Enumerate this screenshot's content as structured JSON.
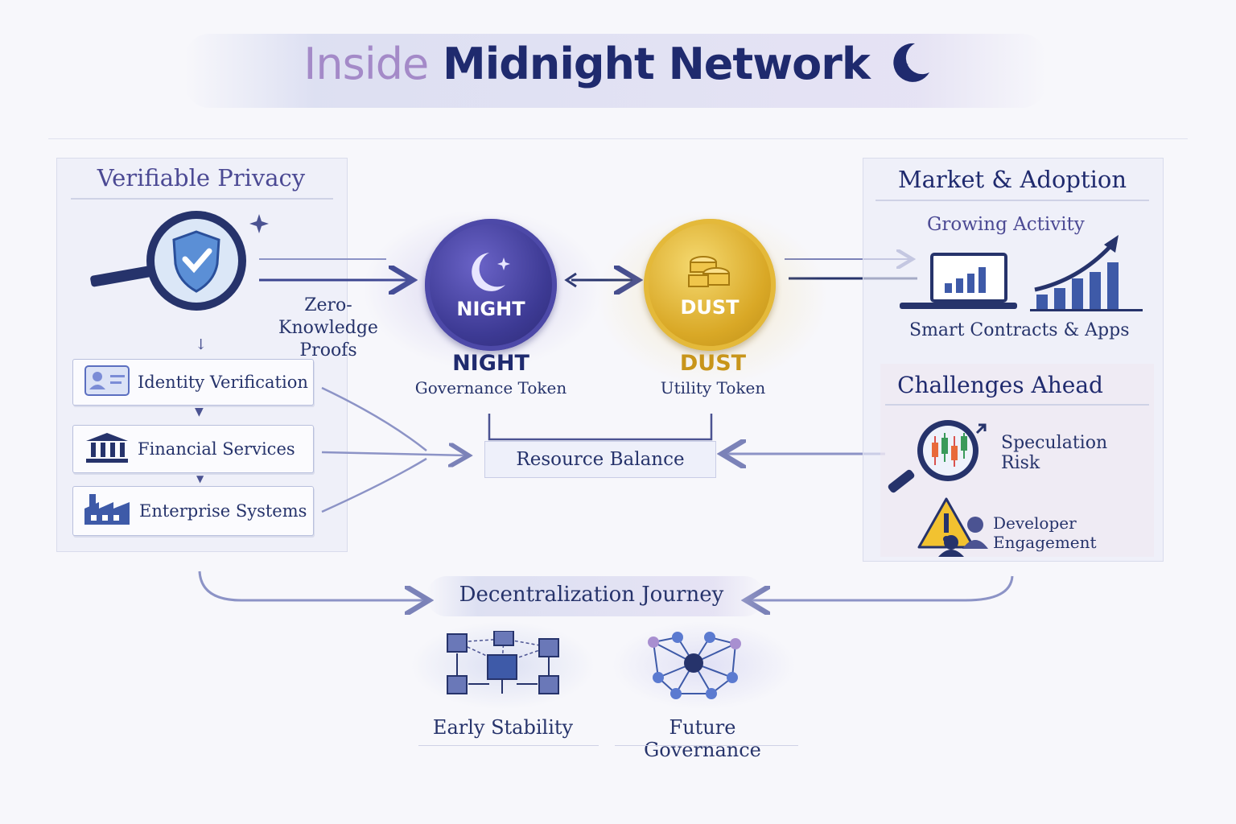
{
  "header": {
    "title_prefix": "Inside",
    "title_main": "Midnight Network",
    "moon_icon": "crescent-moon-star-icon"
  },
  "privacy_panel": {
    "title": "Verifiable Privacy",
    "icons": [
      "shield-magnifier-icon",
      "sparkle-icon"
    ],
    "zk_label_line1": "Zero-Knowledge",
    "zk_label_line2": "Proofs",
    "items": [
      {
        "label": "Identity Verification",
        "icon": "id-card-icon"
      },
      {
        "label": "Financial Services",
        "icon": "bank-icon"
      },
      {
        "label": "Enterprise Systems",
        "icon": "factory-icon"
      }
    ]
  },
  "tokens": {
    "night": {
      "coin_label": "NIGHT",
      "name": "NIGHT",
      "subtitle": "Governance Token",
      "color": "#3d3a94"
    },
    "dust": {
      "coin_label": "DUST",
      "name": "DUST",
      "subtitle": "Utility Token",
      "color": "#d9a826"
    },
    "resource_balance": "Resource Balance"
  },
  "market_panel": {
    "title": "Market & Adoption",
    "growing_activity": "Growing Activity",
    "smart_contracts": "Smart Contracts & Apps",
    "icons": [
      "laptop-chart-icon",
      "growth-chart-icon"
    ]
  },
  "challenges_panel": {
    "title": "Challenges Ahead",
    "items": [
      {
        "label": "Speculation Risk",
        "icon": "candlestick-magnifier-icon"
      },
      {
        "label": "Developer Engagement",
        "icon": "warning-person-icon"
      }
    ]
  },
  "decentralization": {
    "title": "Decentralization Journey",
    "stages": [
      {
        "label": "Early Stability",
        "icon": "server-network-icon"
      },
      {
        "label": "Future Governance",
        "icon": "mesh-network-icon"
      }
    ]
  },
  "colors": {
    "navy": "#1f2a6e",
    "lavender": "#a48ac8",
    "gold": "#d9a826",
    "arrow": "#4b5392"
  }
}
